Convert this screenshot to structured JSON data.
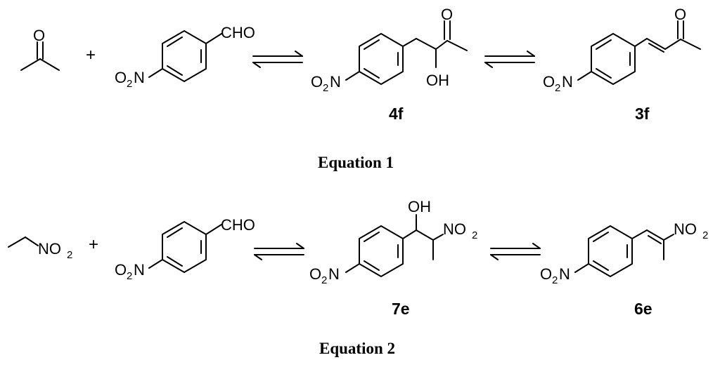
{
  "equation_1": {
    "label": "Equation 1",
    "reactant_1": {
      "atoms": [
        "O"
      ]
    },
    "plus": "+",
    "reactant_2": {
      "aldehyde": "CHO",
      "nitro": "O",
      "nitro_sub": "2",
      "nitro_n": "N"
    },
    "intermediate": {
      "compound_id": "4f",
      "carbonyl": "O",
      "hydroxyl": "OH",
      "nitro": "O",
      "nitro_sub": "2",
      "nitro_n": "N"
    },
    "product": {
      "compound_id": "3f",
      "carbonyl": "O",
      "nitro": "O",
      "nitro_sub": "2",
      "nitro_n": "N"
    }
  },
  "equation_2": {
    "label": "Equation 2",
    "reactant_1": {
      "nitro_n": "NO",
      "nitro_sub": "2"
    },
    "plus": "+",
    "reactant_2": {
      "aldehyde": "CHO",
      "nitro": "O",
      "nitro_sub": "2",
      "nitro_n": "N"
    },
    "intermediate": {
      "compound_id": "7e",
      "hydroxyl": "OH",
      "side_nitro": "NO",
      "side_nitro_sub": "2",
      "nitro": "O",
      "nitro_sub": "2",
      "nitro_n": "N"
    },
    "product": {
      "compound_id": "6e",
      "side_nitro": "NO",
      "side_nitro_sub": "2",
      "nitro": "O",
      "nitro_sub": "2",
      "nitro_n": "N"
    }
  }
}
